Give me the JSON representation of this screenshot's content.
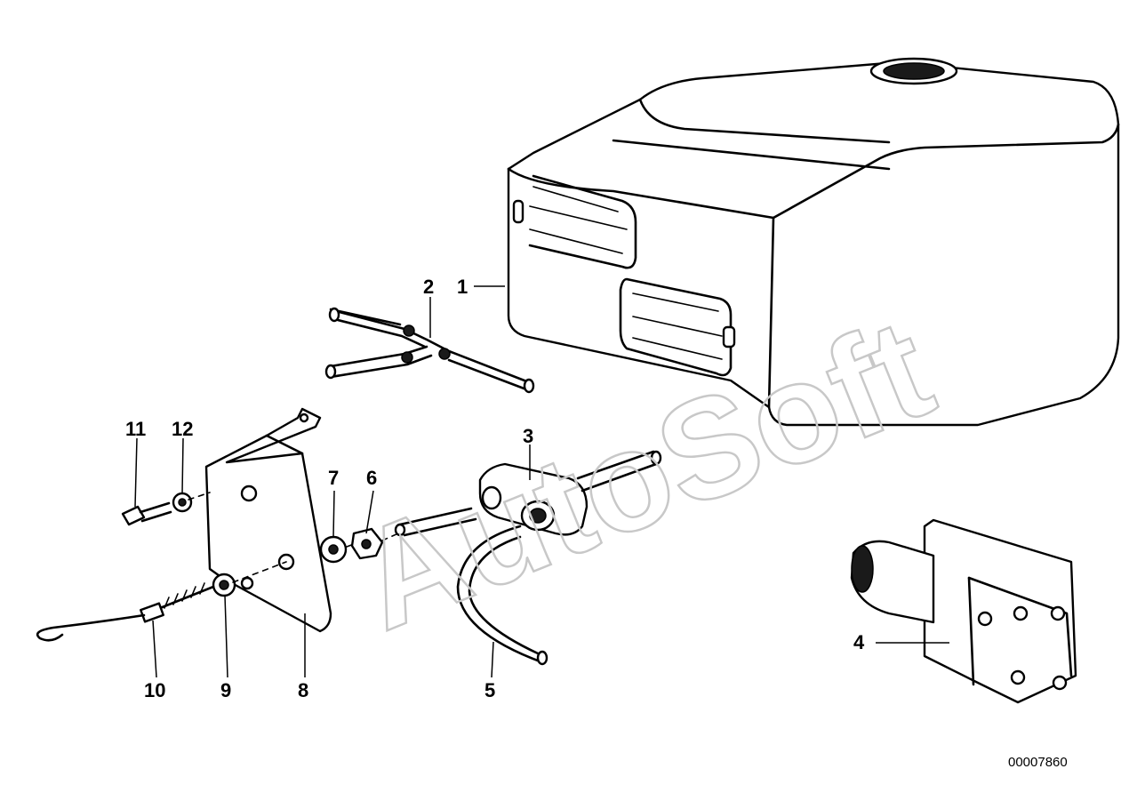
{
  "diagram": {
    "watermark": "AutoSoft",
    "drawing_number": "00007860",
    "callouts": [
      {
        "id": "callout-1",
        "label": "1"
      },
      {
        "id": "callout-2",
        "label": "2"
      },
      {
        "id": "callout-3",
        "label": "3"
      },
      {
        "id": "callout-4",
        "label": "4"
      },
      {
        "id": "callout-5",
        "label": "5"
      },
      {
        "id": "callout-6",
        "label": "6"
      },
      {
        "id": "callout-7",
        "label": "7"
      },
      {
        "id": "callout-8",
        "label": "8"
      },
      {
        "id": "callout-9",
        "label": "9"
      },
      {
        "id": "callout-10",
        "label": "10"
      },
      {
        "id": "callout-11",
        "label": "11"
      },
      {
        "id": "callout-12",
        "label": "12"
      }
    ]
  }
}
